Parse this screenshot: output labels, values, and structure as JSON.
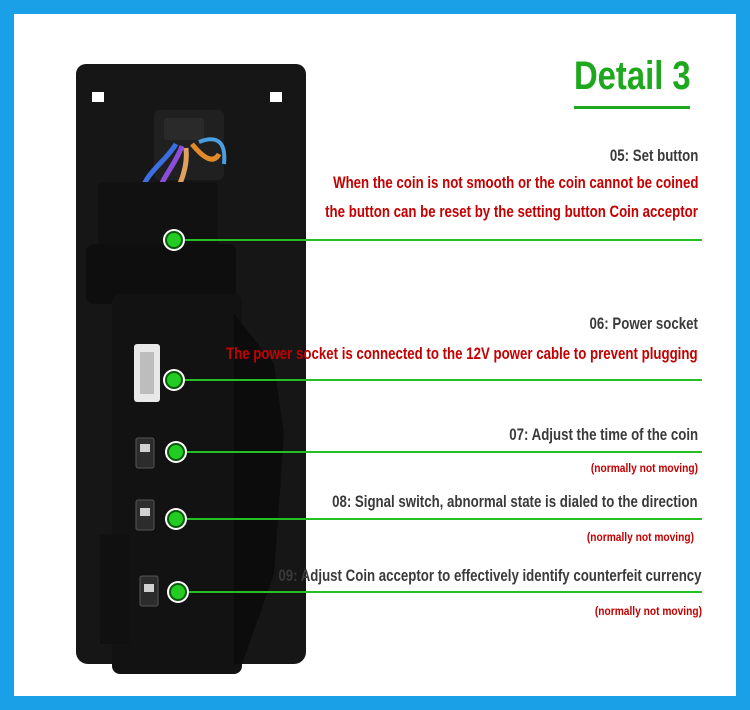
{
  "title": "Detail 3",
  "colors": {
    "border": "#1aa0e6",
    "accent_green": "#1ea81e",
    "text_red": "#c40000",
    "text_dark": "#3a3a3a"
  },
  "callouts": [
    {
      "heading": "05: Set button",
      "lines": [
        "When the coin is not smooth or the coin cannot be coined",
        "the button can be reset by the setting button Coin acceptor"
      ]
    },
    {
      "heading": "06: Power socket",
      "lines": [
        "The power socket is connected to the 12V power cable to prevent plugging"
      ]
    },
    {
      "heading": "07: Adjust the time of the coin",
      "note": "(normally not moving)"
    },
    {
      "heading": "08: Signal switch, abnormal state is dialed to the direction",
      "note": "(normally not moving)"
    },
    {
      "heading": "09: Adjust Coin acceptor to effectively identify counterfeit currency",
      "note": "(normally not moving)"
    }
  ]
}
